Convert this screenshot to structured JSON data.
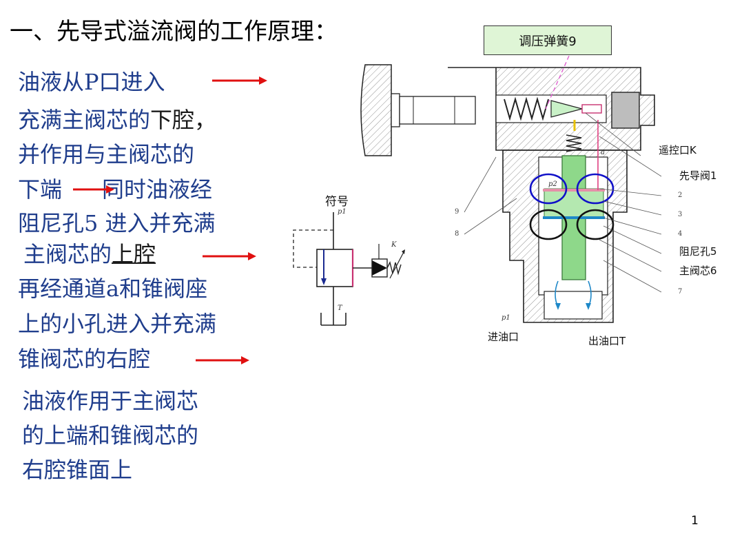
{
  "title": "一、先导式溢流阀的工作原理：",
  "lines": {
    "l1": "油液从P口进入",
    "l2a": "充满主阀芯的",
    "l2b": "下腔，",
    "l3": "并作用与主阀芯的",
    "l4a": "下端",
    "l4b": "同时油液经",
    "l5": "阻尼孔5 进入并充满",
    "l6a": "主阀芯的",
    "l6b": "上腔",
    "l7": "再经通道a和锥阀座",
    "l8": "上的小孔进入并充满",
    "l9": "锥阀芯的右腔",
    "l10": "油液作用于主阀芯",
    "l11": "的上端和锥阀芯的",
    "l12": "右腔锥面上"
  },
  "symbol": {
    "title": "符号",
    "p1": "p1",
    "k": "K",
    "t": "T"
  },
  "diagram": {
    "callout": "调压弹簧9",
    "remote_port": "遥控口K",
    "pilot_valve": "先导阀1",
    "orifice": "阻尼孔5",
    "main_spool": "主阀芯6",
    "inlet": "进油口",
    "outlet": "出油口T",
    "p2": "p2",
    "p1": "p1",
    "a": "a",
    "n2": "2",
    "n3": "3",
    "n4": "4",
    "n7": "7",
    "n8": "8",
    "n9": "9"
  },
  "page_number": "1",
  "colors": {
    "text_blue": "#1f3d8c",
    "arrow_red": "#e01010",
    "callout_bg": "#dff5d6",
    "spool_green": "#8ed88a",
    "circle_blue": "#1010c8"
  }
}
